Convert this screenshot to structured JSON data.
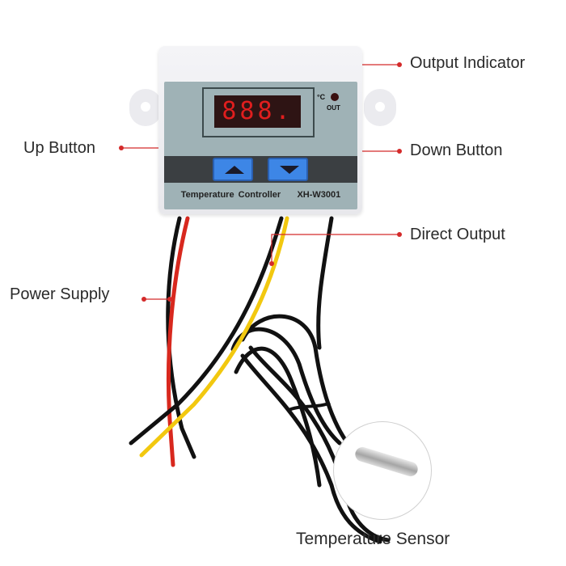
{
  "device": {
    "name": "Temperature Controller",
    "model": "XH-W3001",
    "display_value": "888.",
    "unit": "°C",
    "indicator_label": "OUT"
  },
  "callouts": {
    "output_indicator": "Output Indicator",
    "up_button": "Up Button",
    "down_button": "Down Button",
    "direct_output": "Direct Output",
    "power_supply": "Power Supply",
    "temperature_sensor": "Temperature Sensor"
  },
  "colors": {
    "callout_line": "#d42a2a",
    "panel": "#9fb2b6",
    "button": "#3d86e6",
    "display_digits": "#e01e1e",
    "wire_red": "#d8281e",
    "wire_yellow": "#f2c80f",
    "wire_black": "#111111"
  },
  "icons": {
    "up": "triangle-up-icon",
    "down": "triangle-down-icon"
  }
}
